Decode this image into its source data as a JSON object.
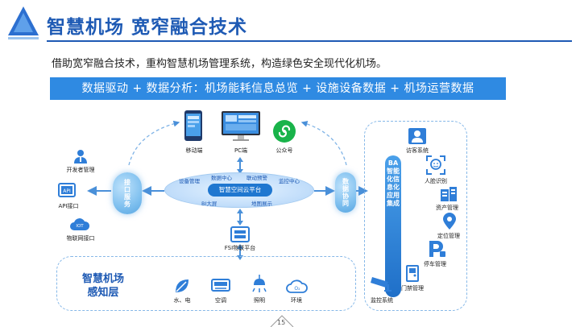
{
  "header": {
    "title": "智慧机场 宽窄融合技术",
    "subtitle": "借助宽窄融合技术，重构智慧机场管理系统，构造绿色安全现代化机场。",
    "banner": "数据驱动 + 数据分析：机场能耗信息总览 + 设施设备数据 + 机场运营数据"
  },
  "top_clients": {
    "mobile": "移动端",
    "pc": "PC端",
    "official": "公众号"
  },
  "left_services": {
    "developer": "开发者管理",
    "api": "API接口",
    "iot": "物联网接口"
  },
  "clouds": {
    "left": "接口服务",
    "right": "数据协同"
  },
  "platform": {
    "center": "智慧空间云平台",
    "items": [
      "设备管理",
      "数据中心",
      "联动预警",
      "监控中心",
      "BI大屏",
      "地图展示"
    ]
  },
  "fsi": "FSI物联平台",
  "perception": {
    "line1": "智慧机场",
    "line2": "感知层",
    "items": [
      "水、电",
      "空调",
      "照明",
      "环境"
    ]
  },
  "ba_column": "BA智能化信息化应用集成",
  "right_apps": {
    "visitor": "访客系统",
    "face": "人脸识别",
    "asset": "资产管理",
    "location": "定位管理",
    "parking": "停车管理",
    "access": "门禁管理",
    "monitor": "监控系统"
  },
  "page_number": "15",
  "colors": {
    "primary": "#1e5ab4",
    "banner": "#2f8ae2",
    "icon_blue": "#2f7ed8",
    "green": "#19b34a"
  }
}
